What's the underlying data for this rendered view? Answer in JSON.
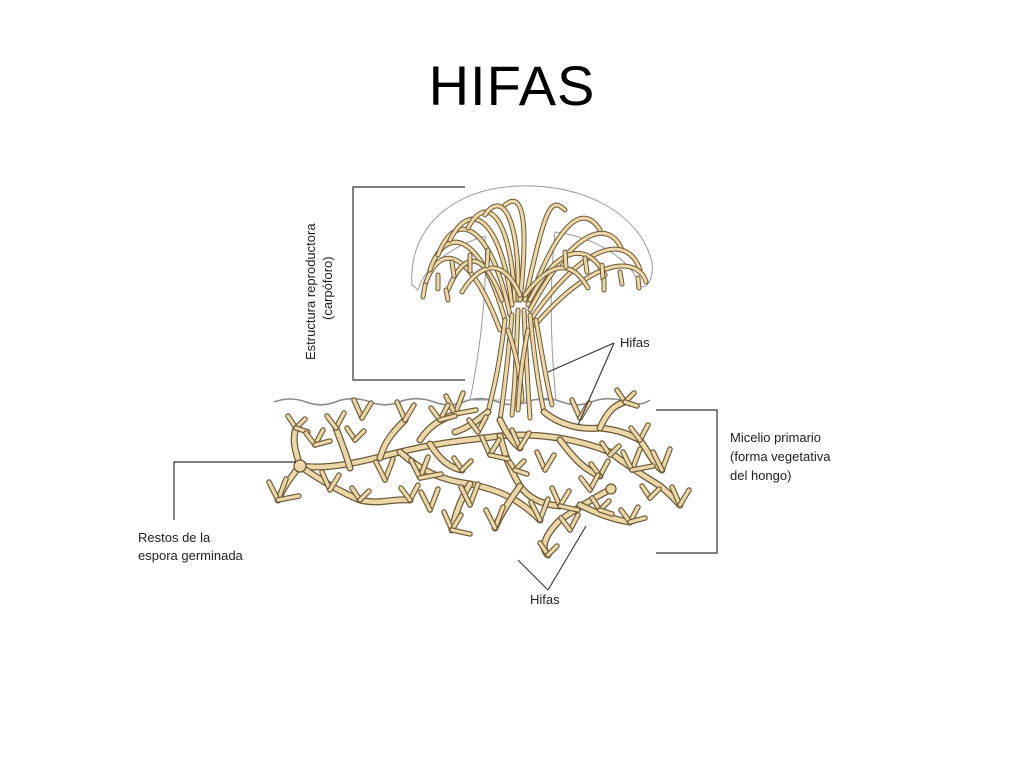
{
  "slide": {
    "title": "HIFAS"
  },
  "labels": {
    "reproductive_line1": "Estructura reproductora",
    "reproductive_line2": "(carpóforo)",
    "hyphae_top": "Hifas",
    "mycelium_line1": "Micelio primario",
    "mycelium_line2": "(forma vegetativa",
    "mycelium_line3": "del hongo)",
    "spore_line1": "Restos de la",
    "spore_line2": "espora germinada",
    "hyphae_bottom": "Hifas"
  },
  "colors": {
    "hypha_fill": "#ecd7a8",
    "hypha_outline": "#6b5836",
    "line": "#333333"
  }
}
